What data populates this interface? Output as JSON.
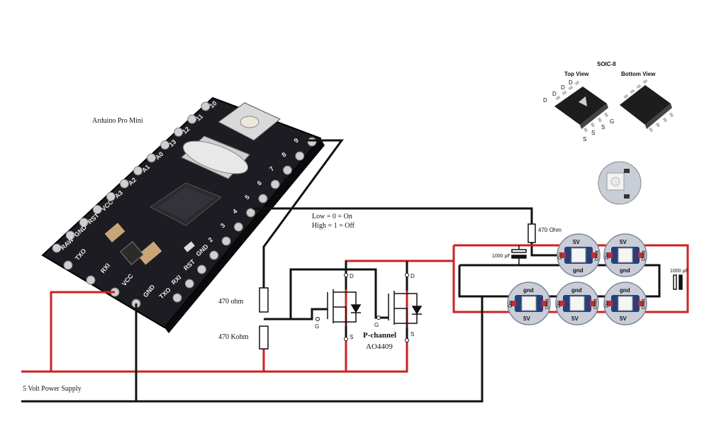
{
  "board": {
    "title": "Arduino Pro Mini",
    "pins_top": [
      "10",
      "11",
      "12",
      "13",
      "A0",
      "A1",
      "A2",
      "A3",
      "VCC",
      "RST",
      "GND",
      "RAW"
    ],
    "pins_bottom": [
      "9",
      "8",
      "7",
      "6",
      "5",
      "4",
      "3",
      "2",
      "GND",
      "RST",
      "RXI",
      "TXO"
    ],
    "pins_end": [
      "TXO",
      "RXI",
      "VCC",
      "GND"
    ]
  },
  "labels": {
    "logic_line1": "Low = 0 = On",
    "logic_line2": "High = 1 = Off",
    "r_gate": "470 Ohm",
    "r_470": "470 ohm",
    "r_470k": "470 Kohm",
    "cap_left": "1000 µF",
    "cap_right": "1000 µF",
    "mosfet_type": "P-channel",
    "mosfet_part": "AO4409",
    "supply": "5 Volt Power Supply",
    "drain": "D",
    "gate": "G",
    "source": "S"
  },
  "package": {
    "title": "SOIC-8",
    "top_view": "Top View",
    "bottom_view": "Bottom View",
    "pin_d": "D",
    "pin_s": "S",
    "pin_g": "G"
  },
  "leds": {
    "top_row": [
      {
        "pin_a": "5V",
        "pin_b": "gnd",
        "din": "Din",
        "dout": "Dout"
      },
      {
        "pin_a": "5V",
        "pin_b": "gnd",
        "din": "Din",
        "dout": "Dout"
      }
    ],
    "bottom_row": [
      {
        "pin_a": "gnd",
        "pin_b": "5V",
        "din": "Din",
        "dout": "Dout"
      },
      {
        "pin_a": "gnd",
        "pin_b": "5V",
        "din": "Din",
        "dout": "Dout"
      },
      {
        "pin_a": "gnd",
        "pin_b": "5V",
        "din": "Din",
        "dout": "Dout"
      }
    ]
  },
  "colors": {
    "wire_power": "#cc2222",
    "wire_ground": "#111111",
    "board": "#1c1c22",
    "led_body": "#c8cdd8",
    "led_trace": "#2a3f7a"
  }
}
